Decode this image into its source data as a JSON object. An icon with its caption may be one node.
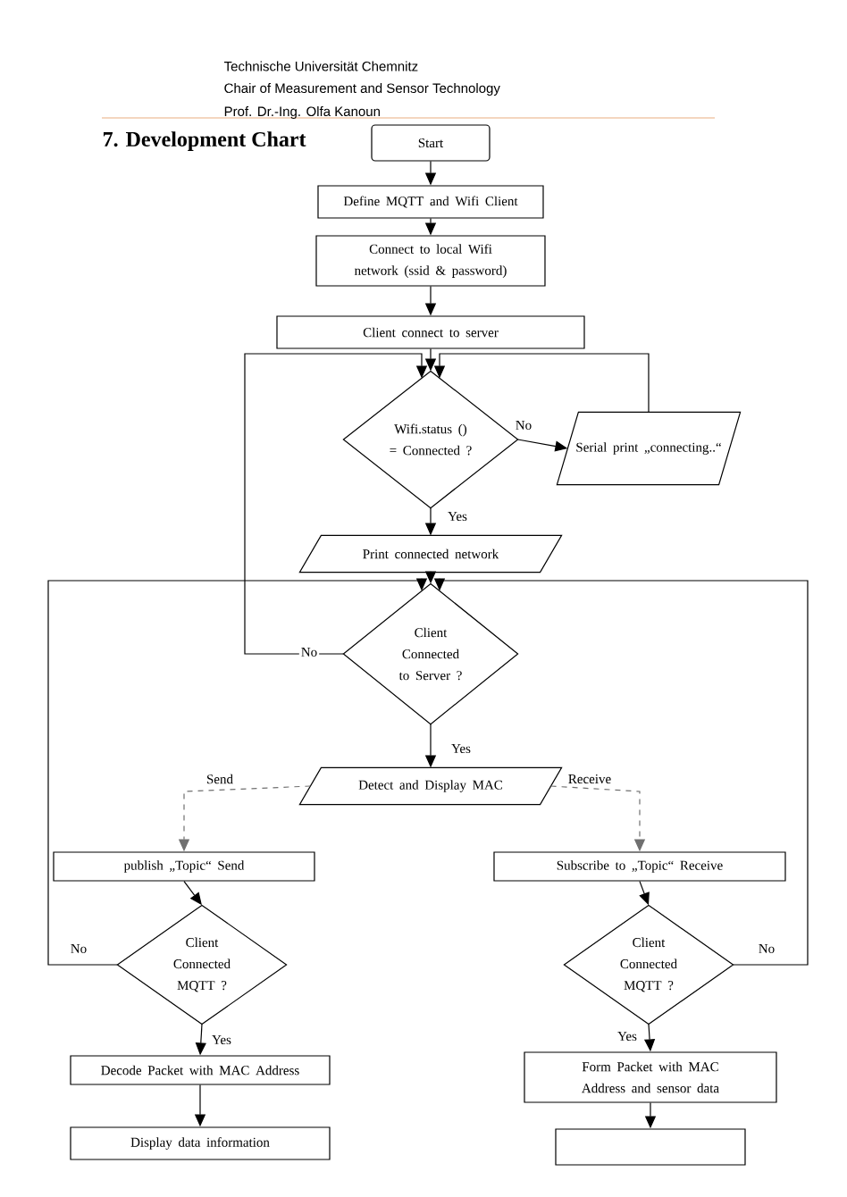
{
  "diagram": {
    "title": "7. Development Chart",
    "nodes": [
      {
        "text": [
          "Start"
        ]
      },
      {
        "text": [
          "Define MQTT and Wifi Client"
        ]
      },
      {
        "text": [
          "Connect to local Wifi network (ssid & password)"
        ]
      },
      {
        "text": [
          "Client connect to server"
        ]
      },
      {
        "text": [
          "Wifi.status () = Connected ?"
        ]
      },
      {
        "text": [
          "Serial print „connecting..“"
        ]
      },
      {
        "text": [
          "Print connected network"
        ]
      },
      {
        "text": [
          "Client Connected to Server ?"
        ]
      },
      {
        "text": [
          "Detect and Display MAC"
        ]
      },
      {
        "text": [
          "publish „Topic“ Send"
        ]
      },
      {
        "text": [
          "Subscribe to „Topic“ Receive"
        ]
      },
      {
        "text": [
          "Client Connected MQTT ?"
        ]
      },
      {
        "text": [
          "Client Connected MQTT ?"
        ]
      },
      {
        "text": [
          "Decode Packet with MAC Address"
        ]
      },
      {
        "text": [
          "Form Packet with MAC Address and sensor data"
        ]
      },
      {
        "text": [
          "Display data information"
        ]
      },
      {
        "text": [],
        "shape": "box"
      }
    ],
    "edges": [
      {
        "from": 0,
        "to": 1,
        "arrow": "to"
      },
      {
        "from": 1,
        "to": 2,
        "arrow": "to"
      },
      {
        "from": 2,
        "to": 3,
        "arrow": "to"
      },
      {
        "from": 3,
        "to": 4,
        "arrow": "to"
      },
      {
        "from": 4,
        "to": 5,
        "arrow": "to",
        "label": "No"
      },
      {
        "from": 5,
        "to": 4,
        "arrow": "to"
      },
      {
        "from": 4,
        "to": 6,
        "arrow": "to",
        "label": "Yes"
      },
      {
        "from": 6,
        "to": 7,
        "arrow": "to"
      },
      {
        "from": 7,
        "to": 4,
        "arrow": "to",
        "label": "No"
      },
      {
        "from": 7,
        "to": 8,
        "arrow": "to",
        "label": "Yes"
      },
      {
        "from": 8,
        "to": 9,
        "arrow": "to",
        "label": "Send",
        "style": "dashed",
        "color": "#707070"
      },
      {
        "from": 8,
        "to": 10,
        "arrow": "to",
        "label": "Receive",
        "style": "dashed",
        "color": "#707070"
      },
      {
        "from": 9,
        "to": 11,
        "arrow": "to"
      },
      {
        "from": 10,
        "to": 12,
        "arrow": "to"
      },
      {
        "from": 11,
        "to": 7,
        "arrow": "to",
        "label": "No"
      },
      {
        "from": 12,
        "to": 7,
        "arrow": "to",
        "label": "No"
      },
      {
        "from": 11,
        "to": 13,
        "arrow": "to",
        "label": "Yes"
      },
      {
        "from": 12,
        "to": 14,
        "arrow": "to",
        "label": "Yes"
      },
      {
        "from": 13,
        "to": 15,
        "arrow": "to"
      },
      {
        "from": 14,
        "to": 16,
        "arrow": "to"
      }
    ],
    "labels": [
      "Technische Universität Chemnitz",
      "Chair of Measurement and Sensor Technology",
      "Prof. Dr.-Ing. Olfa Kanoun"
    ]
  }
}
